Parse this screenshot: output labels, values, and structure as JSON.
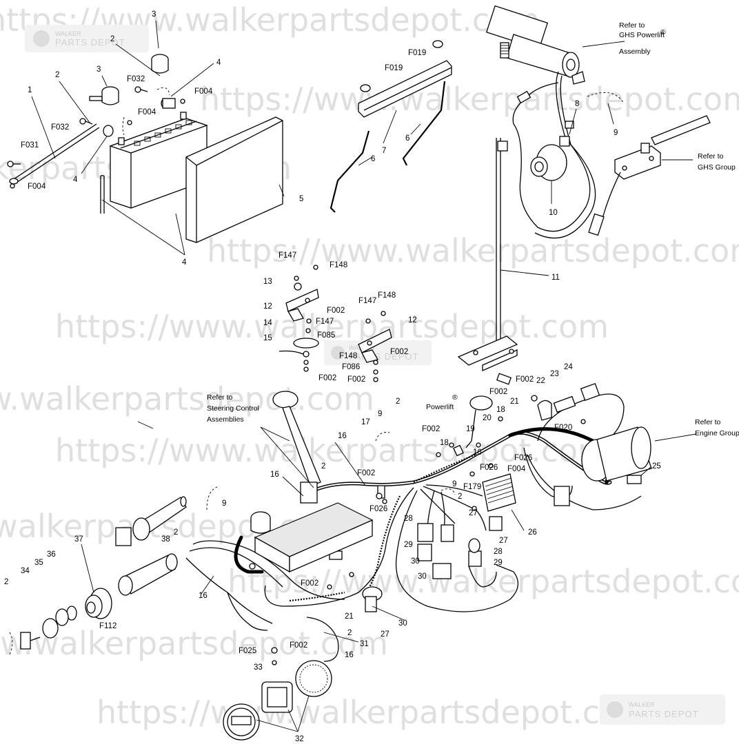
{
  "watermark": {
    "url_text": "https://www.walkerpartsdepot.com",
    "logo_small": "WALKER",
    "logo_large": "PARTS DEPOT"
  },
  "callouts": {
    "c1": "1",
    "c2": "2",
    "c3": "3",
    "c4": "4",
    "c5": "5",
    "c6": "6",
    "c7": "7",
    "c8": "8",
    "c9": "9",
    "c10": "10",
    "c11": "11",
    "c12": "12",
    "c13": "13",
    "c14": "14",
    "c15": "15",
    "c16": "16",
    "c17": "17",
    "c18": "18",
    "c19": "19",
    "c20": "20",
    "c21": "21",
    "c22": "22",
    "c23": "23",
    "c24": "24",
    "c25": "25",
    "c26": "26",
    "c27": "27",
    "c28": "28",
    "c29": "29",
    "c30": "30",
    "c31": "31",
    "c32": "32",
    "c33": "33",
    "c34": "34",
    "c35": "35",
    "c36": "36",
    "c37": "37",
    "c38": "38",
    "F002": "F002",
    "F004": "F004",
    "F019": "F019",
    "F020": "F020",
    "F025": "F025",
    "F026": "F026",
    "F031": "F031",
    "F032": "F032",
    "F085": "F085",
    "F086": "F086",
    "F112": "F112",
    "F147": "F147",
    "F148": "F148",
    "F179": "F179"
  },
  "notes": {
    "ghs_powerlift_1": "Refer to",
    "ghs_powerlift_2": "GHS Powerlift",
    "ghs_powerlift_reg": "®",
    "ghs_powerlift_3": "Assembly",
    "ghs_group_1": "Refer to",
    "ghs_group_2": "GHS Group",
    "steering_1": "Refer to",
    "steering_2": "Steering Control",
    "steering_3": "Assemblies",
    "engine_1": "Refer to",
    "engine_2": "Engine Group",
    "powerlift": "Powerlift",
    "powerlift_reg": "®"
  }
}
